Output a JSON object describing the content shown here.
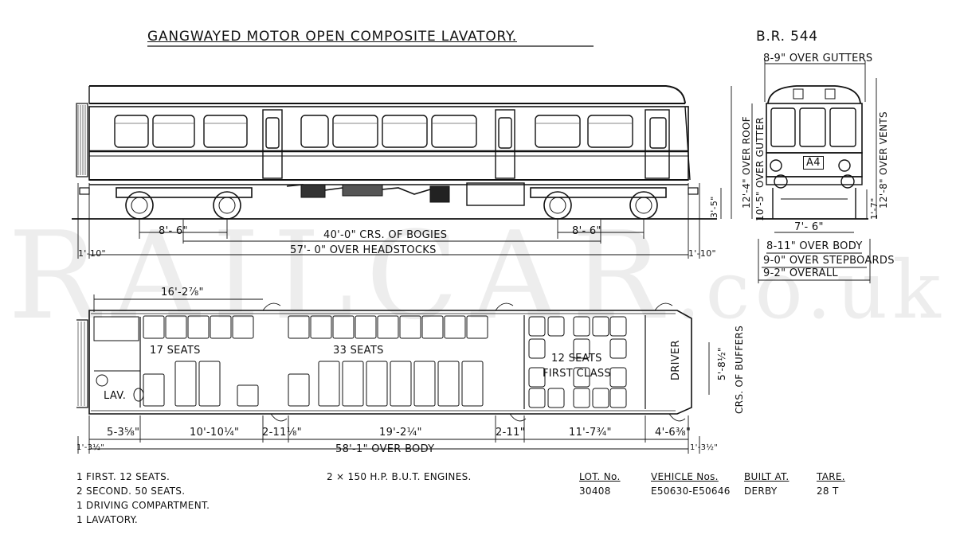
{
  "title": "GANGWAYED MOTOR OPEN COMPOSITE LAVATORY.",
  "diagram_no": "B.R. 544",
  "watermark": "RAILCAR",
  "watermark_suffix": ".co.uk",
  "side": {
    "bogie_wheelbase_left": "8'- 6\"",
    "bogie_wheelbase_right": "8'- 6\"",
    "bogie_centres": "40'-0\" CRS. OF BOGIES",
    "over_headstocks": "57'- 0\" OVER HEADSTOCKS",
    "overhang_left": "1'-10\"",
    "overhang_right": "1'-10\"",
    "buffer_height": "3'-5\""
  },
  "end": {
    "over_gutters": "8-9\" OVER GUTTERS",
    "over_roof": "12'-4\" OVER ROOF",
    "over_gutter": "10'-5\" OVER GUTTER",
    "over_vents": "12'-8\" OVER VENTS",
    "rail_height": "1'-7\"",
    "bogie_width": "7'- 6\"",
    "over_body": "8-11\" OVER BODY",
    "over_stepboards": "9-0\" OVER STEPBOARDS",
    "overall": "9-2\" OVERALL",
    "headcode": "A4"
  },
  "plan": {
    "first_bay": "16'-2⅞\"",
    "seats_17": "17 SEATS",
    "seats_33": "33 SEATS",
    "seats_12": "12 SEATS",
    "first_class": "FIRST CLASS",
    "driver": "DRIVER",
    "lav": "LAV.",
    "buffers_width": "5'-8½\"",
    "crs_buffers": "CRS. OF BUFFERS",
    "dims": [
      "5-3⅝\"",
      "10'-10¼\"",
      "2-11⅛\"",
      "19'-2¼\"",
      "2-11\"",
      "11'-7¾\"",
      "4'-6⅜\""
    ],
    "end_left": "1'-3½\"",
    "end_right": "1'-3½\"",
    "over_body": "58'-1\" OVER BODY"
  },
  "notes": {
    "accommodation": [
      "1 FIRST. 12 SEATS.",
      "2 SECOND. 50 SEATS.",
      "1 DRIVING COMPARTMENT.",
      "1 LAVATORY."
    ],
    "engines": "2 × 150 H.P. B.U.T. ENGINES."
  },
  "table": {
    "headers": [
      "LOT. No.",
      "VEHICLE Nos.",
      "BUILT AT.",
      "TARE."
    ],
    "values": [
      "30408",
      "E50630-E50646",
      "DERBY",
      "28 T"
    ]
  }
}
